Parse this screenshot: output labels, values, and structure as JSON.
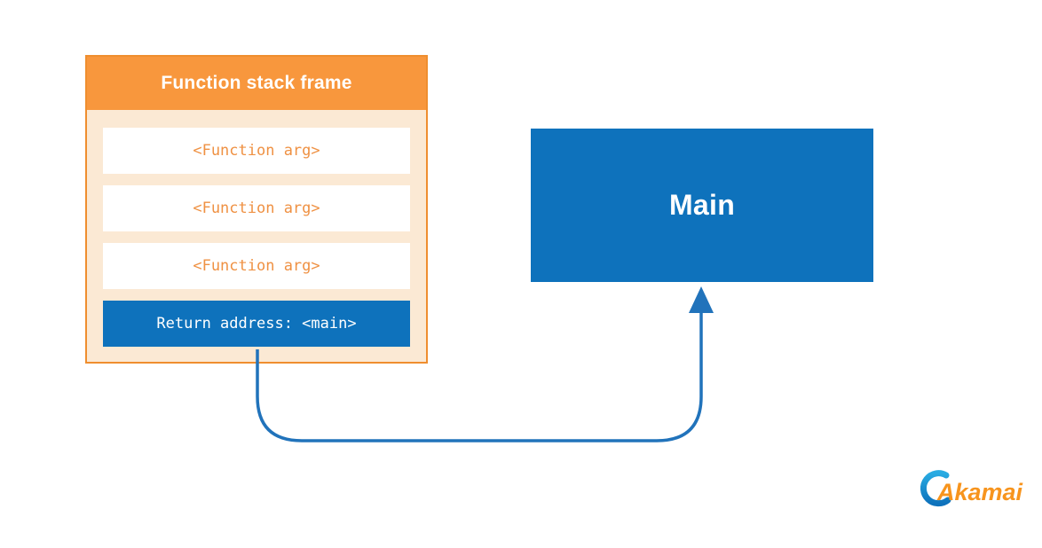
{
  "diagram": {
    "stack_frame": {
      "title": "Function stack frame",
      "rows": [
        {
          "label": "<Function arg>",
          "type": "function-arg"
        },
        {
          "label": "<Function arg>",
          "type": "function-arg"
        },
        {
          "label": "<Function arg>",
          "type": "function-arg"
        },
        {
          "label": "Return address: <main>",
          "type": "return-address"
        }
      ]
    },
    "main_box": {
      "label": "Main"
    },
    "connector": {
      "from": "return-address-row",
      "to": "main-box"
    },
    "logo": {
      "text": "Akamai"
    },
    "colors": {
      "header_orange": "#F8973D",
      "border_orange": "#EF8E2F",
      "panel_cream": "#FBE9D4",
      "arg_text_orange": "#EF9143",
      "box_blue": "#0E72BC",
      "connector_blue": "#2173BB",
      "logo_orange": "#F7941D",
      "logo_swoosh_light_blue": "#29ABE2"
    }
  }
}
